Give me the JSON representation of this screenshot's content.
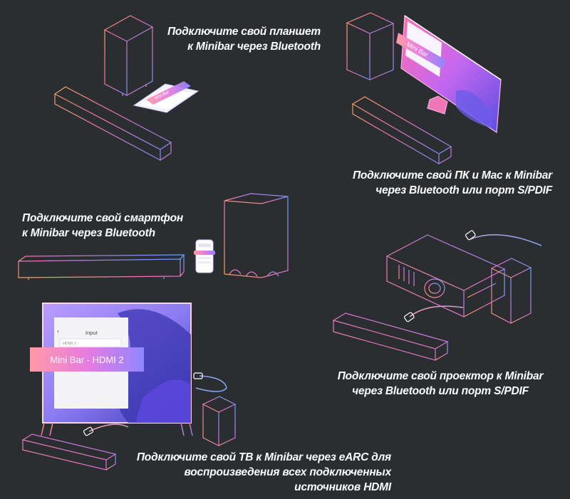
{
  "colors": {
    "background": "#2b2e31",
    "outline_warm": "#f0a25a",
    "outline_pink": "#f26fb0",
    "outline_violet": "#8f7bff",
    "outline_blue": "#5aa7ff",
    "caption": "#ffffff"
  },
  "captions": {
    "tablet": [
      "Подключите свой планшет",
      "к Minibar через Bluetooth"
    ],
    "pc": [
      "Подключите свой ПК и Mac к Minibar",
      "через Bluetooth или порт S/PDIF"
    ],
    "phone": [
      "Подключите свой смартфон",
      "к Minibar через Bluetooth"
    ],
    "projector": [
      "Подключите свой проектор к Minibar",
      "через Bluetooth или порт S/PDIF"
    ],
    "tv": [
      "Подключите свой ТВ к Minibar через eARC для",
      "воспроизведения всех подключенных",
      "источников HDMI"
    ]
  },
  "screens": {
    "tablet_label": "Mini Bar",
    "pc_label": "Mini Bar",
    "tv_label": "Mini Bar - HDMI 2",
    "tv_menu_title": "Input",
    "tv_menu_item": "HDMI 1"
  },
  "icons": {
    "cable_plug": "hdmi-plug-icon",
    "back": "chevron-left-icon"
  }
}
